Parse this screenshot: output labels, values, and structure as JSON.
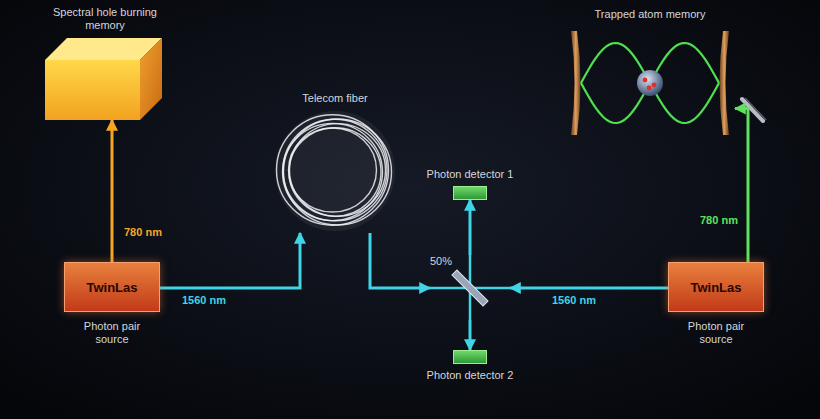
{
  "diagram": {
    "nodes": [
      {
        "text": [
          "Spectral hole burning memory"
        ]
      },
      {
        "text": [
          "Telecom fiber"
        ]
      },
      {
        "text": [
          "Photon detector 1"
        ]
      },
      {
        "text": [
          "Trapped atom memory"
        ]
      },
      {
        "text": [
          "50%"
        ]
      },
      {
        "text": [
          "TwinLas",
          "Photon pair source"
        ]
      },
      {
        "text": [
          "Photon detector 2"
        ]
      },
      {
        "text": [
          "TwinLas",
          "Photon pair source"
        ]
      }
    ],
    "edges": [
      {
        "from": 5,
        "to": 0,
        "arrow": "to",
        "label": "780 nm"
      },
      {
        "from": 5,
        "to": 1,
        "arrow": "to",
        "label": "1560 nm"
      },
      {
        "from": 1,
        "to": 4,
        "arrow": "to"
      },
      {
        "from": 7,
        "to": 4,
        "arrow": "to",
        "label": "1560 nm"
      },
      {
        "from": 4,
        "to": 2,
        "arrow": "to"
      },
      {
        "from": 4,
        "to": 6,
        "arrow": "to"
      },
      {
        "from": 7,
        "to": 3,
        "arrow": "to",
        "label": "780 nm"
      }
    ]
  }
}
